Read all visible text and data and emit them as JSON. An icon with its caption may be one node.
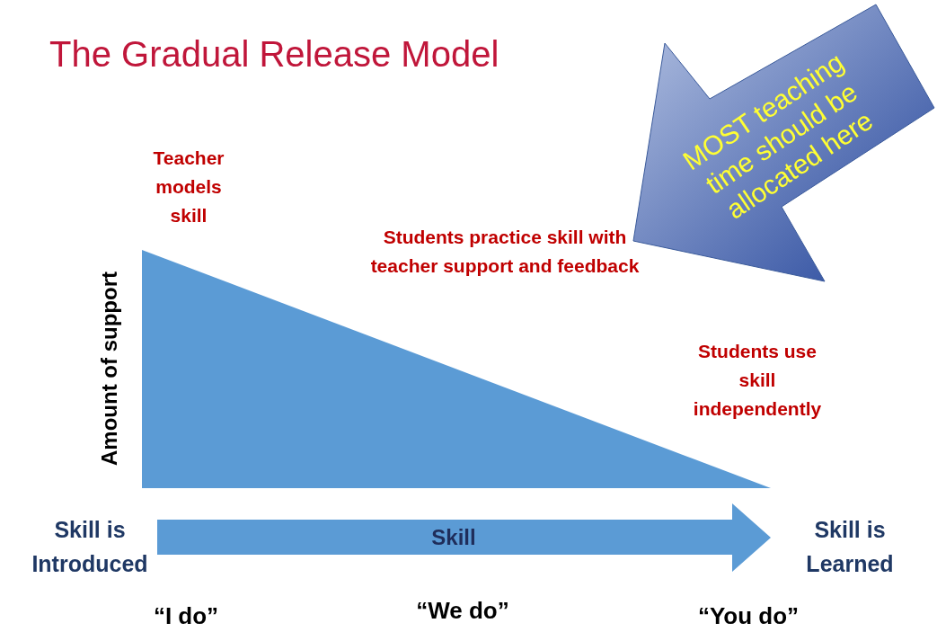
{
  "diagram": {
    "title": "The Gradual Release Model",
    "nodes": [
      {
        "text": [
          "Skill"
        ]
      },
      {
        "text": [
          "MOST teaching time should be allocated here"
        ]
      },
      {
        "text": [],
        "shape": "triangle"
      }
    ],
    "labels": [
      "Teacher models skill",
      "Students practice skill with teacher support and feedback",
      "Students use skill independently",
      "Amount of support",
      "Skill is Introduced",
      "Skill is Learned",
      "“I do”",
      "“We do”",
      "“You do”"
    ]
  }
}
